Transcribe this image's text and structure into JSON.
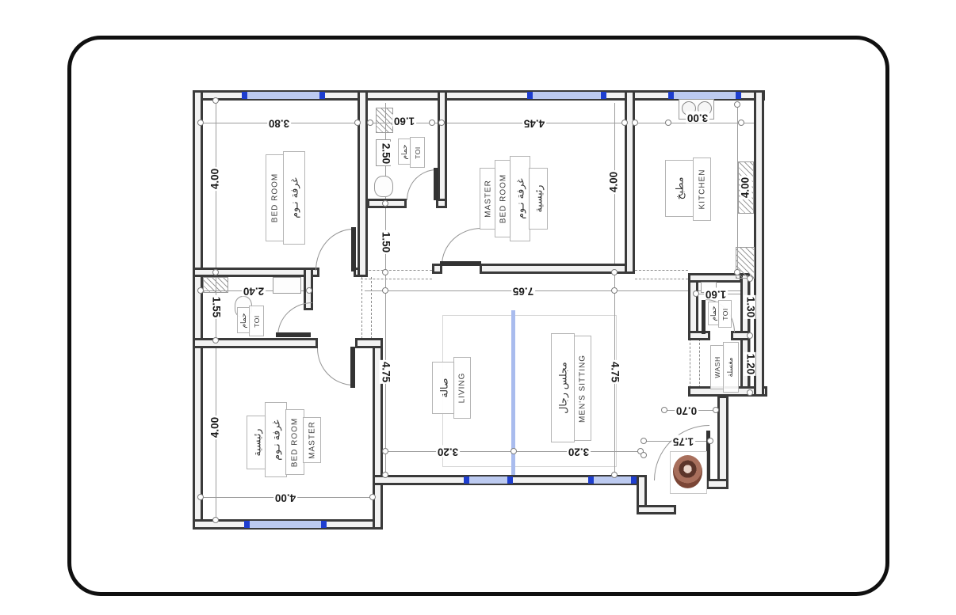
{
  "document": {
    "type": "architectural floor plan",
    "style": "bilingual Arabic/English CAD drawing in rounded black frame"
  },
  "rooms": {
    "bedroom_top": {
      "en": "BED ROOM",
      "ar": "غرفة نـوم"
    },
    "toilet_top": {
      "en": "TOI",
      "ar": "حمام"
    },
    "master_top": {
      "en1": "MASTER",
      "en2": "BED ROOM",
      "ar1": "غرفة نـوم",
      "ar2": "رئيسية"
    },
    "kitchen": {
      "en": "KITCHEN",
      "ar": "مطبخ"
    },
    "toilet_left": {
      "en": "TOI",
      "ar": "حمام"
    },
    "living": {
      "en": "LIVING",
      "ar": "صالة"
    },
    "mens_sitting": {
      "en": "MEN'S SITTING",
      "ar": "مجلس رجال"
    },
    "toilet_right": {
      "en": "TOI",
      "ar": "حمام"
    },
    "wash": {
      "en": "WASH",
      "ar": "مغسلة"
    },
    "master_bottom": {
      "en1": "BED ROOM",
      "en2": "MASTER",
      "ar1": "رئيسية",
      "ar2": "غرفة نـوم"
    }
  },
  "dims": {
    "bedroom_top_w": "3.80",
    "toilet_top_w": "1.60",
    "master_top_w": "4.45",
    "kitchen_w": "3.00",
    "bedroom_top_h": "4.00",
    "toilet_top_h": "2.50",
    "hall_h": "1.50",
    "master_top_h": "4.00",
    "kitchen_h": "4.00",
    "toilet_left_h": "1.55",
    "toilet_left_w": "2.40",
    "living_w": "7.65",
    "living_h_left": "4.75",
    "living_h_right": "4.75",
    "living_w_left": "3.20",
    "living_w_right": "3.20",
    "master_bottom_h": "4.00",
    "master_bottom_w": "4.00",
    "toilet_right_w": "1.60",
    "toilet_right_h": "1.30",
    "wash_h": "1.20",
    "entry_passage_w": "0.70",
    "entry_door_w": "1.75"
  },
  "colors": {
    "frame": "#101010",
    "wall": "#3a3a3a",
    "window_fill": "#bccaf0",
    "window_cap": "#1e3ecf",
    "divider": "#a9bcee",
    "dim_line": "#9c9c9c",
    "dim_text": "#1b1b1b",
    "label_border": "#b4b4b4",
    "planter_brown": "#7b4636"
  },
  "icons": {
    "stove": "stove-icon (two burners, kitchen top wall)",
    "shower": "shower-hatch-icon (diagonal hatch, toilets)",
    "sink": "sink-icon (wash basins in toilets)",
    "toilet": "toilet-icon (WC bowls)",
    "water_heater": "water-heater-icon (toilet top)",
    "planter": "planter-pot-icon (brown pot at entrance)",
    "door": "door-swing-arc",
    "window": "window-strip (blue)"
  }
}
